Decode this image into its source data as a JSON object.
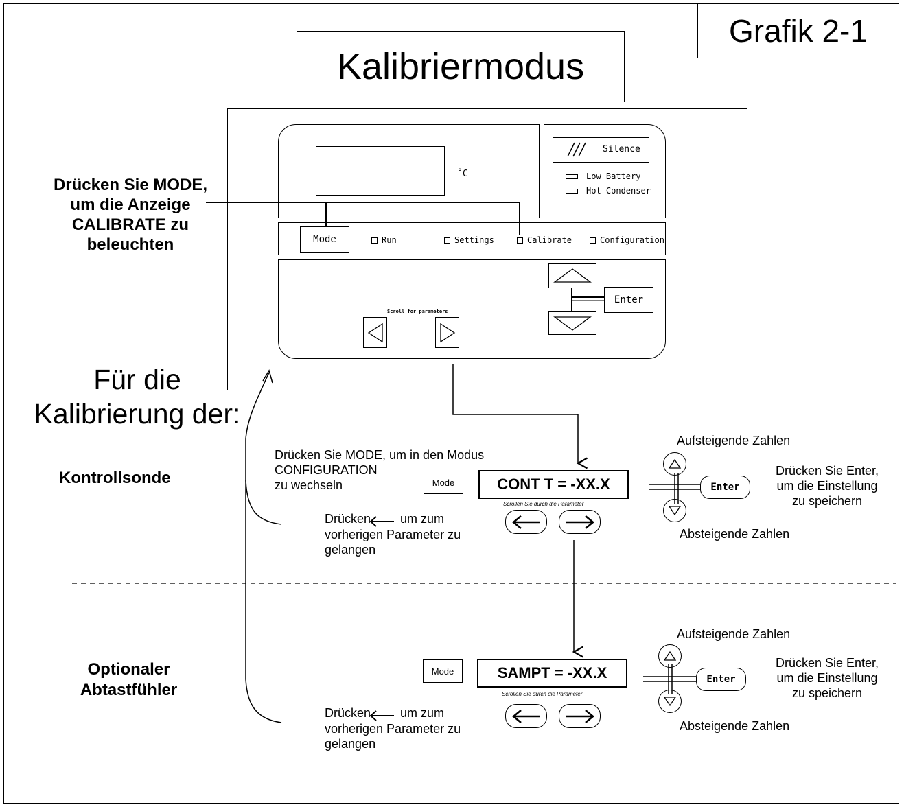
{
  "graphic_label": "Grafik 2-1",
  "title": "Kalibriermodus",
  "instruction_mode_bold": "Drücken Sie MODE,\num die Anzeige\nCALIBRATE zu\nbeleuchten",
  "calibration_for": "Für die\nKalibrierung der:",
  "panel": {
    "temp_unit": "˚C",
    "silence_label": "Silence",
    "low_battery": "Low Battery",
    "hot_condenser": "Hot Condenser",
    "mode_button": "Mode",
    "modes": [
      "Run",
      "Settings",
      "Calibrate",
      "Configuration"
    ],
    "scroll_label": "Scroll for parameters",
    "enter_button": "Enter"
  },
  "section1": {
    "heading": "Kontrollsonde",
    "mode_instruction": "Drücken Sie MODE, um in den Modus\nCONFIGURATION\nzu  wechseln",
    "mode_button": "Mode",
    "display": "CONT T =  -XX.X",
    "scroll_caption": "Scrollen Sie durch die Parameter",
    "back_instruction_1": "Drücken",
    "back_instruction_2": "um zum",
    "back_instruction_3": "vorherigen Parameter zu\ngelangen",
    "ascending": "Aufsteigende Zahlen",
    "descending": "Absteigende Zahlen",
    "enter_button": "Enter",
    "enter_instruction": "Drücken Sie Enter,\num die Einstellung\nzu speichern"
  },
  "section2": {
    "heading": "Optionaler\nAbtastfühler",
    "mode_button": "Mode",
    "display": "SAMPT = -XX.X",
    "scroll_caption": "Scrollen Sie durch die Parameter",
    "back_instruction_1": "Drücken",
    "back_instruction_2": "um zum",
    "back_instruction_3": "vorherigen Parameter zu\ngelangen",
    "ascending": "Aufsteigende Zahlen",
    "descending": "Absteigende Zahlen",
    "enter_button": "Enter",
    "enter_instruction": "Drücken Sie Enter,\num die Einstellung\nzu speichern"
  }
}
